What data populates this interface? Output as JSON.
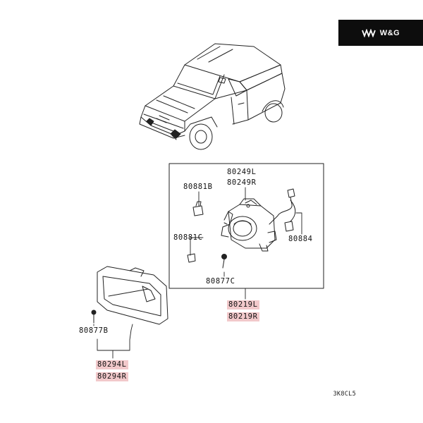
{
  "brand": {
    "text": "W&G",
    "logo": "wg-logo-mark"
  },
  "labels": {
    "lamp_l": "80249L",
    "lamp_r": "80249R",
    "clip_b": "80881B",
    "clip_c": "80881C",
    "connector": "80884",
    "screw_c": "80877C",
    "assy_l": "80219L",
    "assy_r": "80219R",
    "screw_b": "80877B",
    "bezel_l": "80294L",
    "bezel_r": "80294R"
  },
  "diagram_code": "3K8CL5"
}
